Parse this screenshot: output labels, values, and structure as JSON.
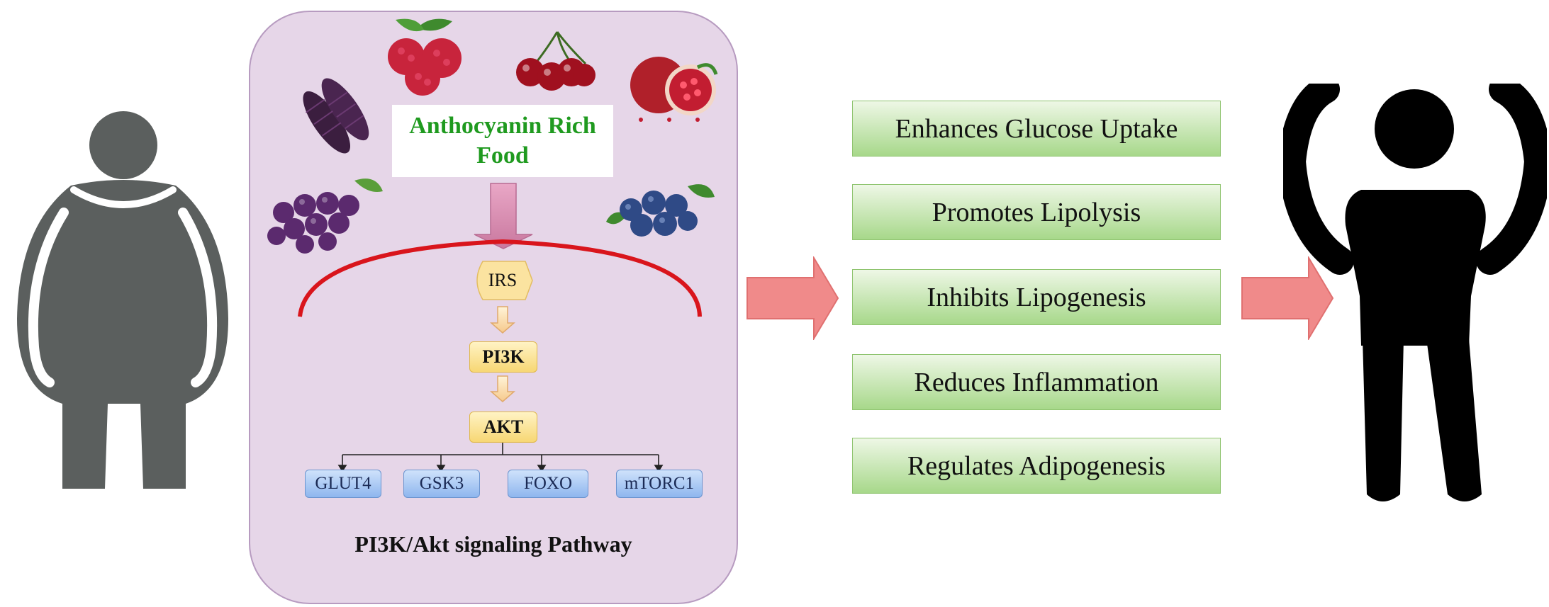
{
  "food_label": "Anthocyanin Rich Food",
  "pathway": {
    "irs": "IRS",
    "pi3k": "PI3K",
    "akt": "AKT",
    "targets": [
      "GLUT4",
      "GSK3",
      "FOXO",
      "mTORC1"
    ],
    "title": "PI3K/Akt signaling Pathway"
  },
  "outcomes": [
    "Enhances Glucose Uptake",
    "Promotes Lipolysis",
    "Inhibits Lipogenesis",
    "Reduces Inflammation",
    "Regulates Adipogenesis"
  ],
  "colors": {
    "panel": "#e6d6e8",
    "food_text": "#1f9a1f",
    "membrane": "#d9151c",
    "big_arrow": "#f08a8a",
    "outcome_fill": "#a7d88a",
    "obese_figure": "#5b5f5e",
    "fit_figure": "#000000"
  },
  "icons": [
    "obese-person-icon",
    "corn-icon",
    "raspberry-icon",
    "cherry-icon",
    "pomegranate-icon",
    "grapes-icon",
    "blueberry-icon",
    "fit-person-icon"
  ]
}
